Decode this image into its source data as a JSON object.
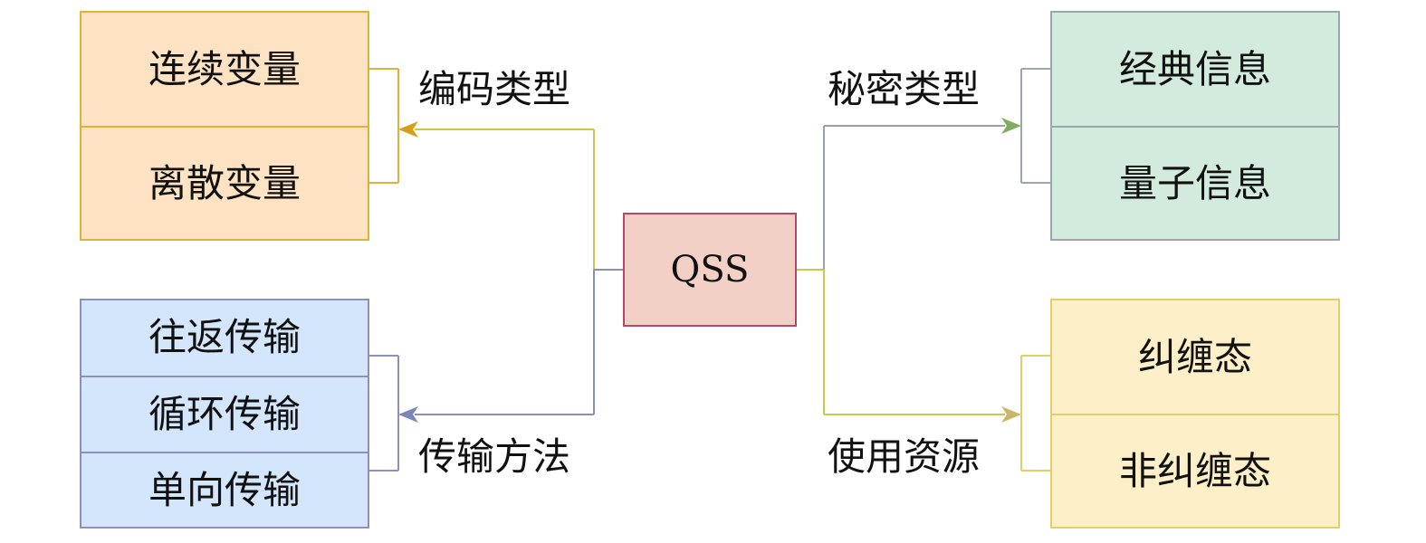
{
  "root": {
    "label": "QSS",
    "fill": "#f2d0c6",
    "stroke": "#b8456b"
  },
  "branches": [
    {
      "key": "encoding",
      "label": "编码类型",
      "line_color": "#c8c84a",
      "arrow_color": "#d4a017",
      "fill": "#fde3c3",
      "stroke": "#e0b23a",
      "items": [
        "连续变量",
        "离散变量"
      ]
    },
    {
      "key": "transmission",
      "label": "传输方法",
      "line_color": "#8a8fb8",
      "arrow_color": "#7c85b8",
      "fill": "#d4e6fb",
      "stroke": "#8f8fbf",
      "items": [
        "往返传输",
        "循环传输",
        "单向传输"
      ]
    },
    {
      "key": "secret",
      "label": "秘密类型",
      "line_color": "#9aa0ad",
      "arrow_color": "#7fad62",
      "fill": "#d3ebdc",
      "stroke": "#9aa6b0",
      "items": [
        "经典信息",
        "量子信息"
      ]
    },
    {
      "key": "resource",
      "label": "使用资源",
      "line_color": "#c8c84a",
      "arrow_color": "#c9b667",
      "fill": "#fdf0c8",
      "stroke": "#e3cf6a",
      "items": [
        "纠缠态",
        "非纠缠态"
      ]
    }
  ]
}
